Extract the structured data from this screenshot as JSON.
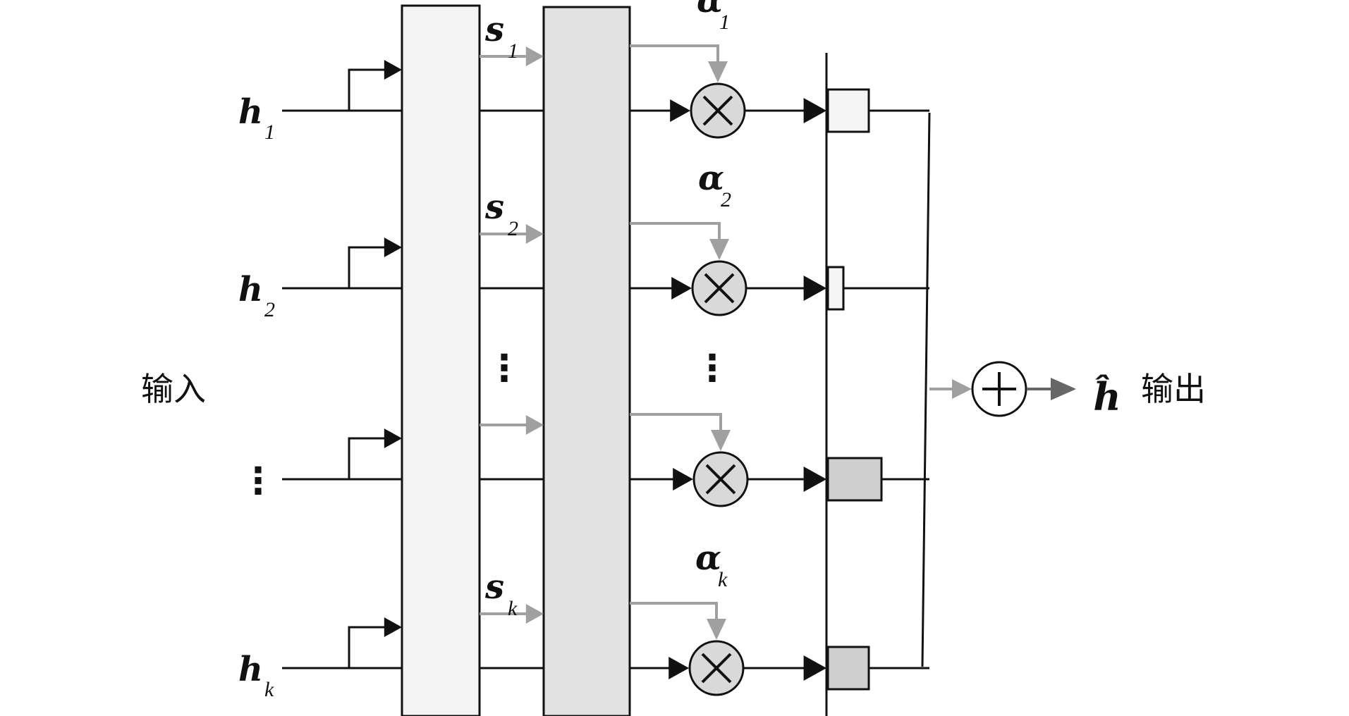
{
  "input_label": "输入",
  "output_label": "输出",
  "h_symbol": "h",
  "s_symbol": "s",
  "alpha_symbol": "α",
  "hhat_symbol": "ĥ",
  "rows": [
    {
      "h_sub": "1",
      "s_sub": "1",
      "alpha_sub": "1",
      "weight": 0.5
    },
    {
      "h_sub": "2",
      "s_sub": "2",
      "alpha_sub": "2",
      "weight": 0.2
    },
    {
      "h_sub": "",
      "s_sub": "",
      "alpha_sub": "",
      "weight": 0.65
    },
    {
      "h_sub": "k",
      "s_sub": "k",
      "alpha_sub": "k",
      "weight": 0.5
    }
  ],
  "ellipsis": "⋮",
  "multiply_symbol": "×",
  "sum_symbol": "+",
  "colors": {
    "line": "#111111",
    "gray_arrow": "#a0a0a0",
    "box1_fill": "#f3f3f3",
    "box2_fill": "#e2e2e2",
    "node_fill": "#d9d9d9",
    "weight_light": "#f5f5f5",
    "weight_dark": "#cfcfcf"
  }
}
